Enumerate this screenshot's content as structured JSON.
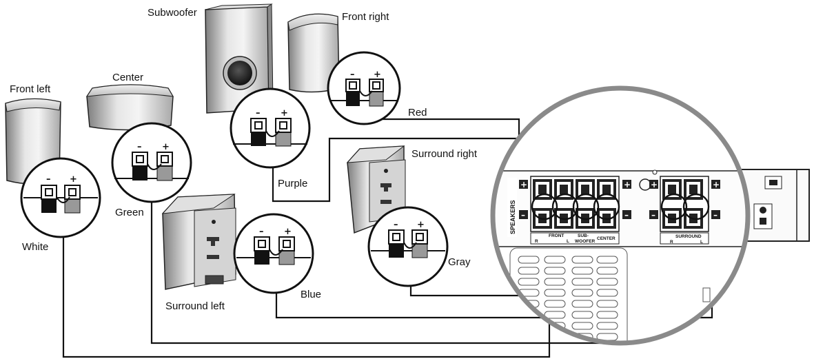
{
  "speakers": {
    "front_left": "Front left",
    "center": "Center",
    "subwoofer": "Subwoofer",
    "front_right": "Front right",
    "surround_right": "Surround right",
    "surround_left": "Surround left"
  },
  "wire_colors": {
    "white": "White",
    "green": "Green",
    "purple": "Purple",
    "red": "Red",
    "blue": "Blue",
    "gray": "Gray"
  },
  "terminal": {
    "minus": "–",
    "plus": "+"
  },
  "panel": {
    "speakers_label": "SPEAKERS",
    "front": "FRONT",
    "r": "R",
    "l": "L",
    "sub": "SUB-",
    "woofer": "WOOFER",
    "center": "CENTER",
    "surround": "SURROUND",
    "plus": "+",
    "minus": "–"
  }
}
